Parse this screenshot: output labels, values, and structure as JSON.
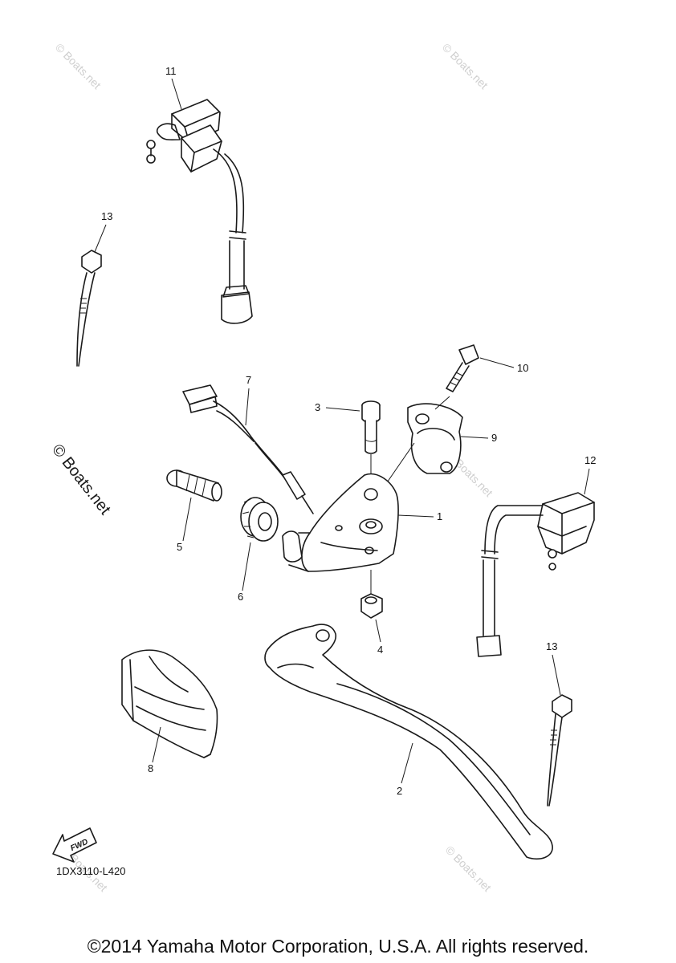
{
  "callouts": {
    "c1": "1",
    "c2": "2",
    "c3": "3",
    "c4": "4",
    "c5": "5",
    "c6": "6",
    "c7": "7",
    "c8": "8",
    "c9": "9",
    "c10": "10",
    "c11": "11",
    "c12": "12",
    "c13a": "13",
    "c13b": "13"
  },
  "fwd_label": "FWD",
  "diagram_code": "1DX3110-L420",
  "watermark": "© Boats.net",
  "copyright": "©2014 Yamaha Motor Corporation, U.S.A. All rights reserved.",
  "colors": {
    "line": "#1a1a1a",
    "watermark": "#cfcfcf",
    "background": "#ffffff"
  }
}
